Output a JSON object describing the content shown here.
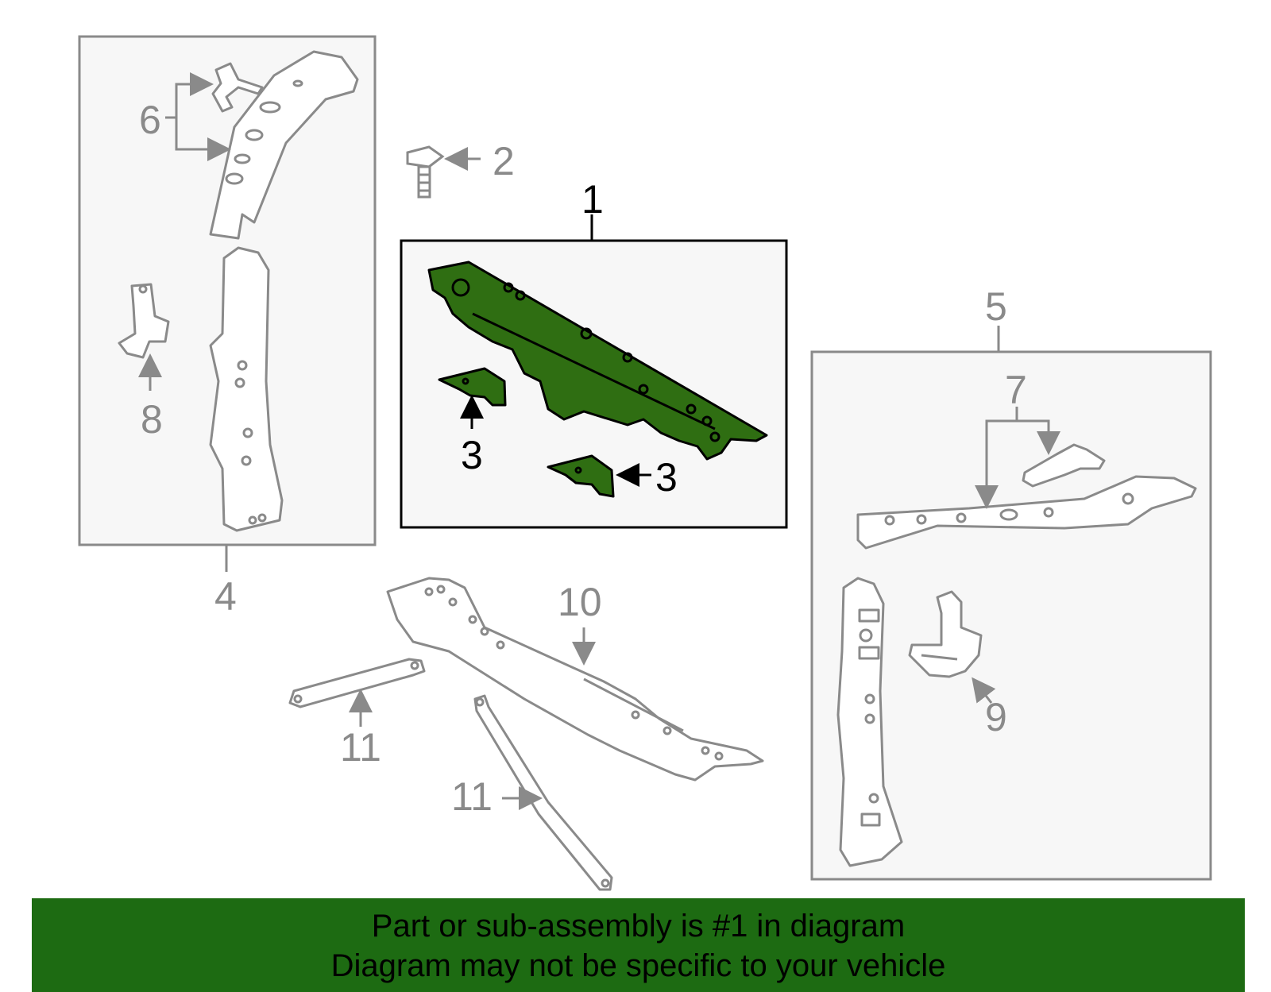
{
  "diagram": {
    "callouts": {
      "c1": "1",
      "c2": "2",
      "c3a": "3",
      "c3b": "3",
      "c4": "4",
      "c5": "5",
      "c6": "6",
      "c7": "7",
      "c8": "8",
      "c9": "9",
      "c10": "10",
      "c11a": "11",
      "c11b": "11"
    },
    "highlighted_part": "1",
    "colors": {
      "highlight": "#2f6e12",
      "banner": "#1d6b12",
      "outline": "#8a8a8a"
    }
  },
  "banner": {
    "line1": "Part or sub-assembly is #1 in diagram",
    "line2": "Diagram may not be specific to your vehicle"
  }
}
